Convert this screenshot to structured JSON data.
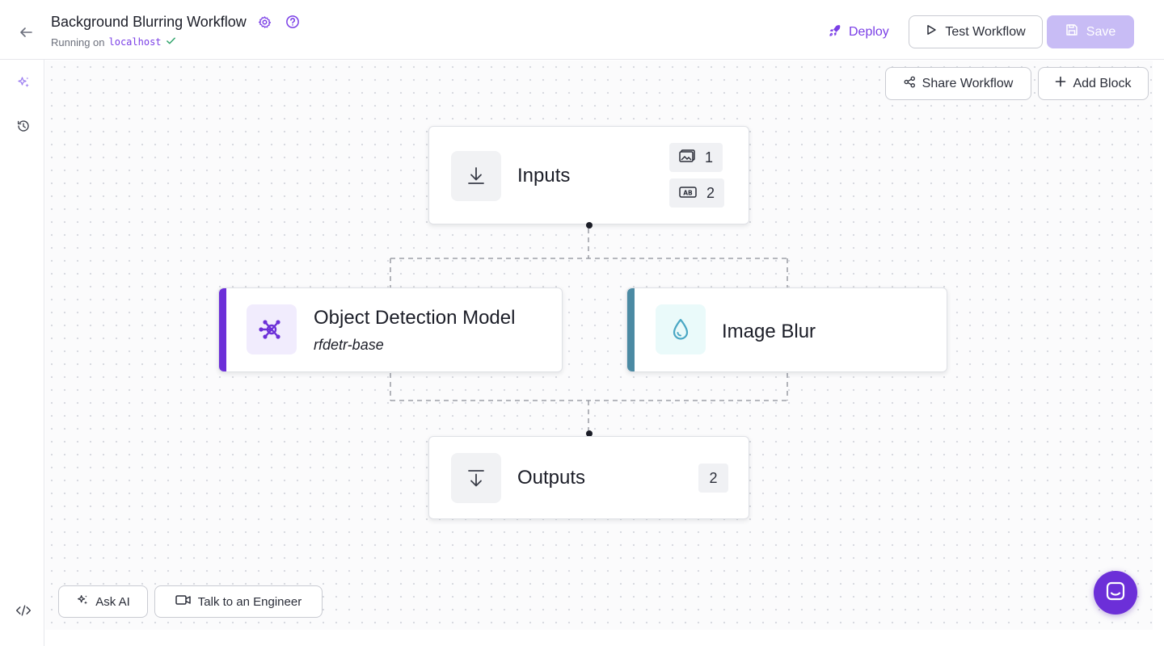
{
  "header": {
    "title": "Background Blurring Workflow",
    "status_prefix": "Running on",
    "status_host": "localhost",
    "deploy_label": "Deploy",
    "test_label": "Test Workflow",
    "save_label": "Save"
  },
  "canvas": {
    "share_label": "Share Workflow",
    "add_block_label": "Add Block",
    "ask_ai_label": "Ask AI",
    "talk_label": "Talk to an Engineer"
  },
  "nodes": {
    "inputs": {
      "title": "Inputs",
      "image_count": "1",
      "text_count": "2"
    },
    "detection": {
      "title": "Object Detection Model",
      "model": "rfdetr-base"
    },
    "blur": {
      "title": "Image Blur"
    },
    "outputs": {
      "title": "Outputs",
      "count": "2"
    }
  },
  "colors": {
    "accent": "#7a3ee6",
    "save_disabled": "#c8bcf5",
    "detection_stripe": "#6c2fd8",
    "blur_stripe": "#4b8aa3",
    "chat_button": "#6c2fd8"
  },
  "icons": {
    "back": "arrow-left-icon",
    "settings": "gear-icon",
    "help": "help-circle-icon",
    "deploy": "rocket-icon",
    "test": "play-icon",
    "save": "floppy-disk-icon",
    "share": "share-nodes-icon",
    "add": "plus-icon",
    "ai": "sparkles-icon",
    "history": "history-icon",
    "code": "code-icon",
    "video": "video-camera-icon",
    "chat": "chat-bubble-icon"
  }
}
